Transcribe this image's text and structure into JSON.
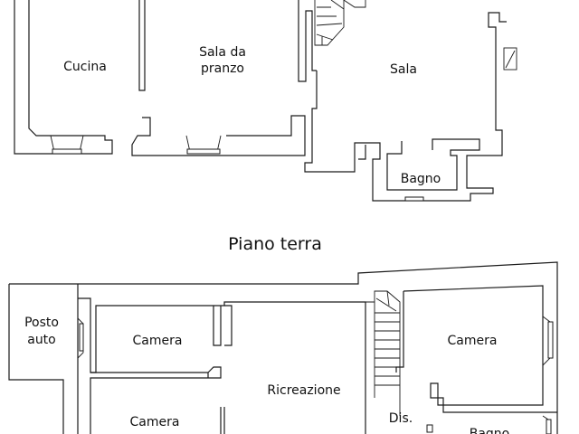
{
  "ground_floor": {
    "caption": "Piano terra",
    "rooms": {
      "kitchen": "Cucina",
      "dining_line1": "Sala da",
      "dining_line2": "pranzo",
      "living": "Sala",
      "bathroom": "Bagno"
    }
  },
  "first_floor": {
    "rooms": {
      "parking_line1": "Posto",
      "parking_line2": "auto",
      "bedroom_1": "Camera",
      "bedroom_2": "Camera",
      "bedroom_3": "Camera",
      "recreation": "Ricreazione",
      "hallway": "Dis.",
      "bathroom": "Bagno"
    }
  }
}
